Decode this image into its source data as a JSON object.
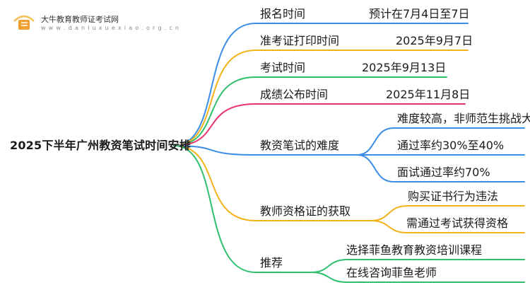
{
  "logo": {
    "name": "大牛教育教师证考试网",
    "url": "w w w . d a n i u x u e x i a o . o r g . c n",
    "colors": {
      "book": "#f0a030",
      "arc": "#f5c15a"
    }
  },
  "root": {
    "label": "2025下半年广州教资笔试时间安排"
  },
  "branches": [
    {
      "label": "报名时间",
      "value": "预计在7月4日至7日",
      "color": "#3a8ee8"
    },
    {
      "label": "准考证打印时间",
      "value": "2025年9月7日",
      "color": "#f2b21a"
    },
    {
      "label": "考试时间",
      "value": "2025年9月13日",
      "color": "#2fbf6f"
    },
    {
      "label": "成绩公布时间",
      "value": "2025年11月8日",
      "color": "#e8336d"
    },
    {
      "label": "教资笔试的难度",
      "color": "#3a8ee8",
      "children": [
        "难度较高，非师范生挑战大",
        "通过率约30%至40%",
        "面试通过率约70%"
      ]
    },
    {
      "label": "教师资格证的获取",
      "color": "#f2b21a",
      "children": [
        "购买证书行为违法",
        "需通过考试获得资格"
      ]
    },
    {
      "label": "推荐",
      "color": "#2fbf6f",
      "children": [
        "选择菲鱼教育教资培训课程",
        "在线咨询菲鱼老师"
      ]
    }
  ]
}
